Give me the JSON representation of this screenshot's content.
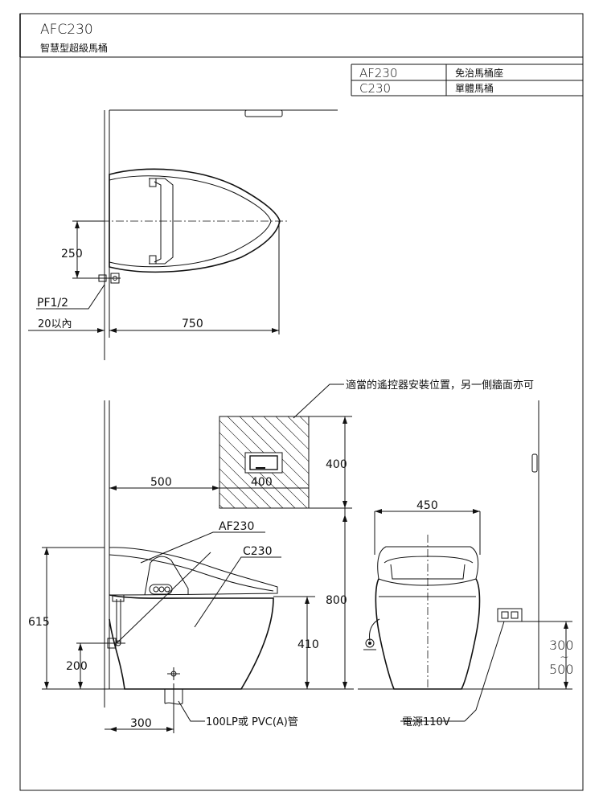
{
  "header": {
    "model_code": "AFC230",
    "model_name": "智慧型超級馬桶"
  },
  "spec_table": {
    "rows": [
      {
        "code": "AF230",
        "name": "免治馬桶座"
      },
      {
        "code": "C230",
        "name": "單體馬桶"
      }
    ]
  },
  "top_view": {
    "dim_250": "250",
    "dim_750": "750",
    "label_pf": "PF1/2",
    "label_wall_gap": "20以內"
  },
  "front_view": {
    "remote_note": "適當的遙控器安裝位置，另一側牆面亦可",
    "dim_500": "500",
    "dim_400_w": "400",
    "dim_400_h": "400",
    "dim_800": "800",
    "dim_615": "615",
    "dim_410": "410",
    "dim_200": "200",
    "dim_300": "300",
    "label_af230": "AF230",
    "label_c230": "C230",
    "label_drain": "100LP或 PVC(A)管"
  },
  "side_view": {
    "dim_450": "450",
    "dim_300": "300",
    "dim_tilde": "~",
    "dim_500": "500",
    "label_power": "電源110V"
  }
}
